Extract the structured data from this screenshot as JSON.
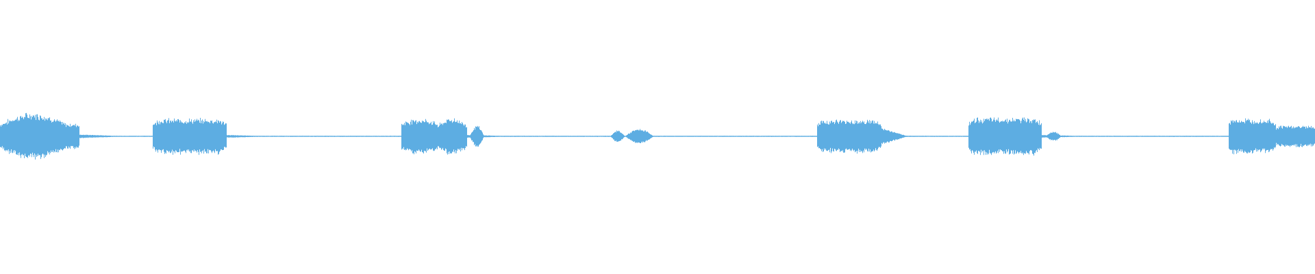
{
  "waveform": {
    "color": "#5DADE2",
    "background": "#ffffff",
    "duration_fraction_segments": [
      {
        "start": 0.0,
        "end": 0.06,
        "amp": 0.48,
        "shape": "swell"
      },
      {
        "start": 0.116,
        "end": 0.172,
        "amp": 0.36,
        "shape": "block"
      },
      {
        "start": 0.305,
        "end": 0.355,
        "amp": 0.38,
        "shape": "double"
      },
      {
        "start": 0.357,
        "end": 0.368,
        "amp": 0.22,
        "shape": "bump"
      },
      {
        "start": 0.464,
        "end": 0.475,
        "amp": 0.12,
        "shape": "bump"
      },
      {
        "start": 0.475,
        "end": 0.497,
        "amp": 0.15,
        "shape": "bump"
      },
      {
        "start": 0.621,
        "end": 0.67,
        "amp": 0.34,
        "shape": "block"
      },
      {
        "start": 0.67,
        "end": 0.69,
        "amp": 0.18,
        "shape": "decay"
      },
      {
        "start": 0.736,
        "end": 0.792,
        "amp": 0.38,
        "shape": "block"
      },
      {
        "start": 0.795,
        "end": 0.807,
        "amp": 0.1,
        "shape": "bump"
      },
      {
        "start": 0.934,
        "end": 0.97,
        "amp": 0.36,
        "shape": "block"
      },
      {
        "start": 0.97,
        "end": 1.0,
        "amp": 0.22,
        "shape": "block"
      }
    ]
  }
}
